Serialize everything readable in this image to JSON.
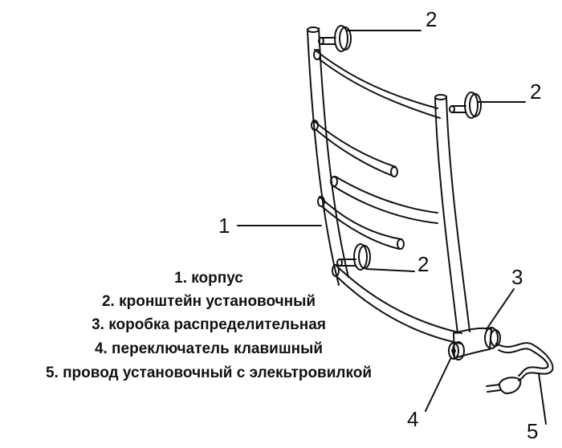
{
  "callouts": {
    "c1": "1",
    "c2a": "2",
    "c2b": "2",
    "c2c": "2",
    "c3": "3",
    "c4": "4",
    "c5": "5"
  },
  "legend": [
    "1. корпус",
    "2. кронштейн установочный",
    "3. коробка распределительная",
    "4. переключатель клавишный",
    "5. провод установочный с элекьтровилкой"
  ]
}
